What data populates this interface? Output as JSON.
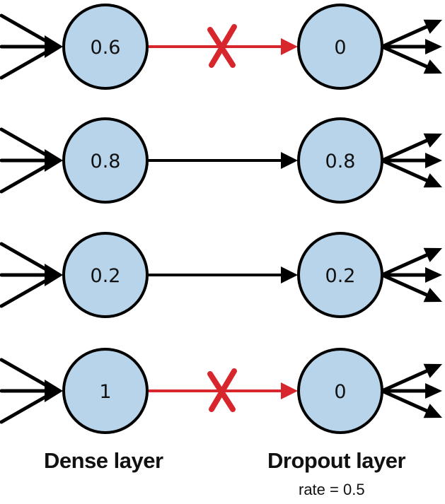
{
  "colors": {
    "node_fill": "#b8d4ea",
    "node_stroke": "#000000",
    "kept_connection": "#000000",
    "dropped_connection": "#d8262d"
  },
  "rows": [
    {
      "dense_value": "0.6",
      "dropout_value": "0",
      "dropped": true
    },
    {
      "dense_value": "0.8",
      "dropout_value": "0.8",
      "dropped": false
    },
    {
      "dense_value": "0.2",
      "dropout_value": "0.2",
      "dropped": false
    },
    {
      "dense_value": "1",
      "dropout_value": "0",
      "dropped": true
    }
  ],
  "labels": {
    "dense_layer": "Dense layer",
    "dropout_layer": "Dropout layer",
    "rate": "rate = 0.5"
  }
}
